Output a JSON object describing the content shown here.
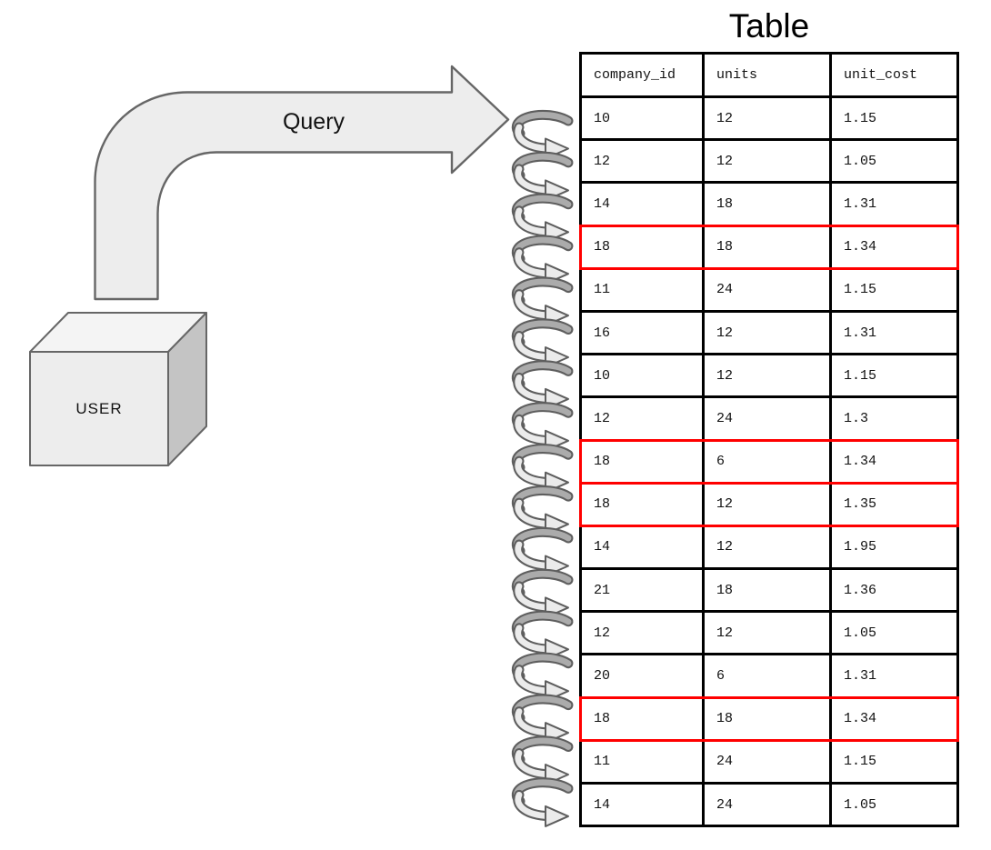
{
  "title": "Table",
  "diagram": {
    "user_box_label": "USER",
    "query_arrow_label": "Query",
    "loop_count": 17
  },
  "table": {
    "columns": [
      "company_id",
      "units",
      "unit_cost"
    ],
    "rows": [
      {
        "company_id": "10",
        "units": "12",
        "unit_cost": "1.15",
        "highlighted": false
      },
      {
        "company_id": "12",
        "units": "12",
        "unit_cost": "1.05",
        "highlighted": false
      },
      {
        "company_id": "14",
        "units": "18",
        "unit_cost": "1.31",
        "highlighted": false
      },
      {
        "company_id": "18",
        "units": "18",
        "unit_cost": "1.34",
        "highlighted": true
      },
      {
        "company_id": "11",
        "units": "24",
        "unit_cost": "1.15",
        "highlighted": false
      },
      {
        "company_id": "16",
        "units": "12",
        "unit_cost": "1.31",
        "highlighted": false
      },
      {
        "company_id": "10",
        "units": "12",
        "unit_cost": "1.15",
        "highlighted": false
      },
      {
        "company_id": "12",
        "units": "24",
        "unit_cost": "1.3",
        "highlighted": false
      },
      {
        "company_id": "18",
        "units": "6",
        "unit_cost": "1.34",
        "highlighted": true
      },
      {
        "company_id": "18",
        "units": "12",
        "unit_cost": "1.35",
        "highlighted": true
      },
      {
        "company_id": "14",
        "units": "12",
        "unit_cost": "1.95",
        "highlighted": false
      },
      {
        "company_id": "21",
        "units": "18",
        "unit_cost": "1.36",
        "highlighted": false
      },
      {
        "company_id": "12",
        "units": "12",
        "unit_cost": "1.05",
        "highlighted": false
      },
      {
        "company_id": "20",
        "units": "6",
        "unit_cost": "1.31",
        "highlighted": false
      },
      {
        "company_id": "18",
        "units": "18",
        "unit_cost": "1.34",
        "highlighted": true
      },
      {
        "company_id": "11",
        "units": "24",
        "unit_cost": "1.15",
        "highlighted": false
      },
      {
        "company_id": "14",
        "units": "24",
        "unit_cost": "1.05",
        "highlighted": false
      }
    ]
  },
  "colors": {
    "highlight": "#ff0000",
    "grid": "#000000",
    "arrow_fill": "#ededed",
    "arrow_stroke": "#666666",
    "cube_front": "#ededed",
    "cube_top": "#f4f4f4",
    "cube_side": "#c4c4c4",
    "cube_stroke": "#666666",
    "coil_dark": "#ababab",
    "coil_light": "#ebebeb",
    "coil_outline": "#5e5e5e"
  }
}
